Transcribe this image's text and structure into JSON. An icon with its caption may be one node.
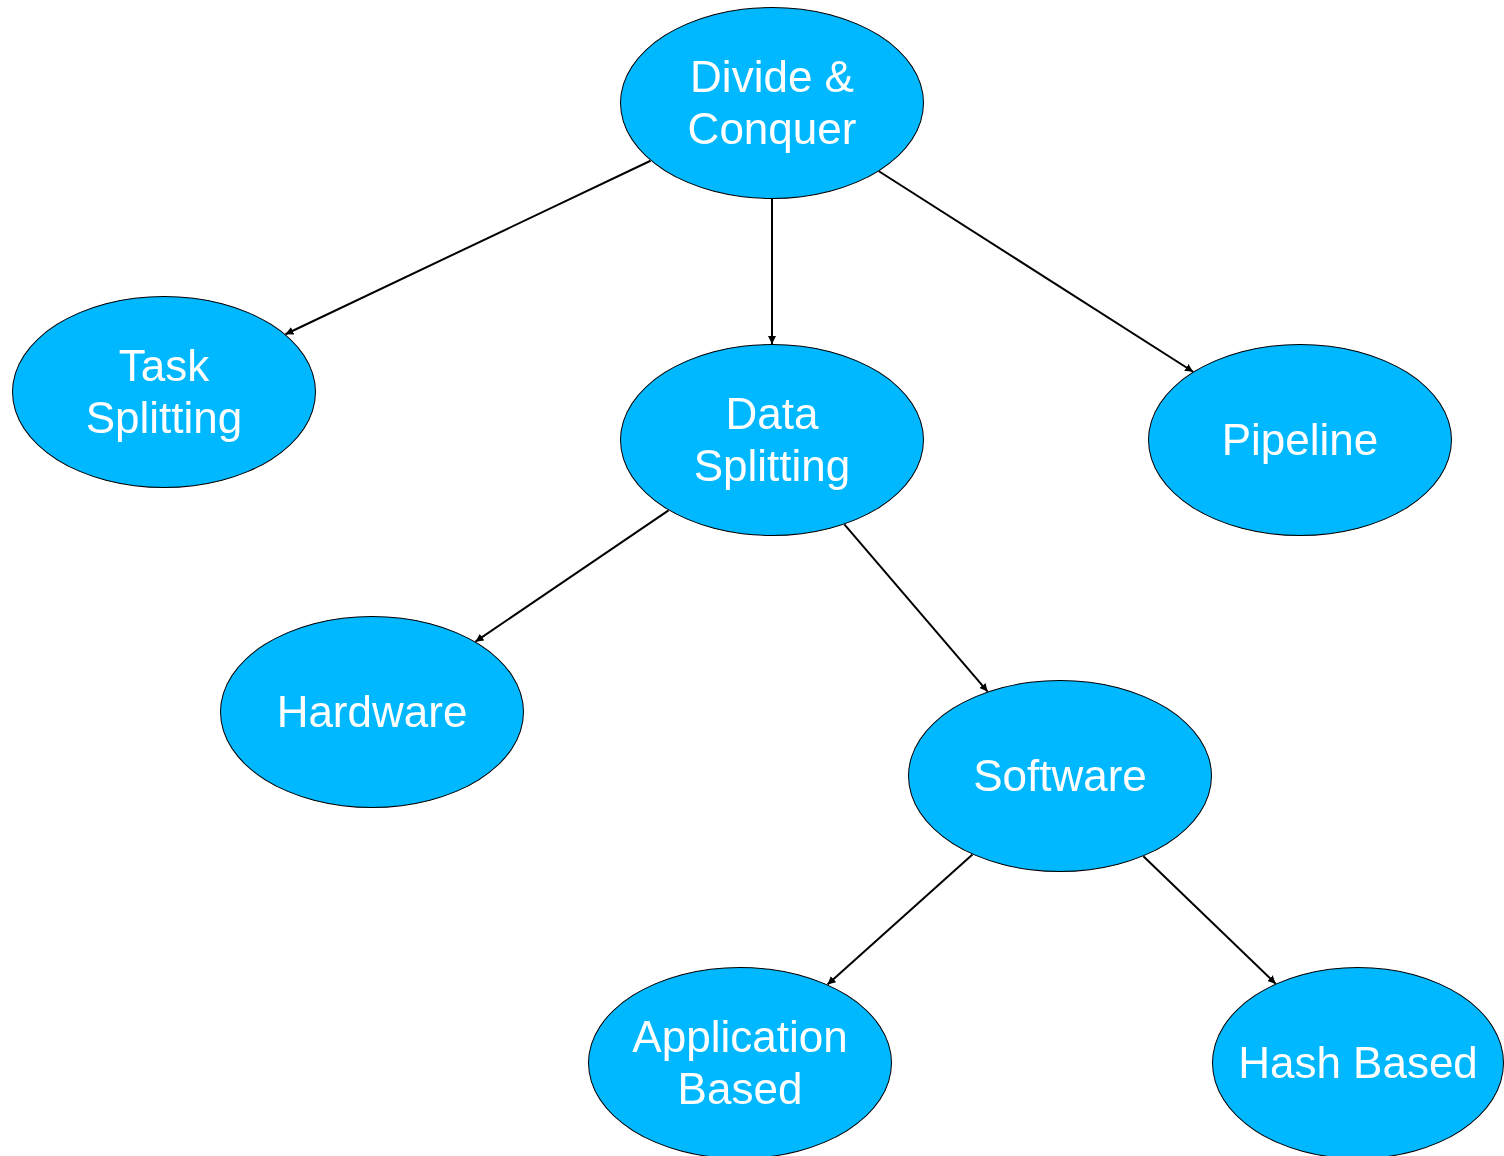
{
  "diagram": {
    "nodes": [
      {
        "text": [
          "Divide & Conquer"
        ]
      },
      {
        "text": [
          "Task Splitting"
        ]
      },
      {
        "text": [
          "Data Splitting"
        ]
      },
      {
        "text": [
          "Pipeline"
        ]
      },
      {
        "text": [
          "Hardware"
        ]
      },
      {
        "text": [
          "Software"
        ]
      },
      {
        "text": [
          "Application Based"
        ]
      },
      {
        "text": [
          "Hash Based"
        ]
      }
    ],
    "edges": [
      {
        "from": 0,
        "to": 1,
        "arrow": "to"
      },
      {
        "from": 0,
        "to": 2,
        "arrow": "to"
      },
      {
        "from": 0,
        "to": 3,
        "arrow": "to"
      },
      {
        "from": 2,
        "to": 4,
        "arrow": "to"
      },
      {
        "from": 2,
        "to": 5,
        "arrow": "to"
      },
      {
        "from": 5,
        "to": 6,
        "arrow": "to"
      },
      {
        "from": 5,
        "to": 7,
        "arrow": "to"
      }
    ]
  }
}
